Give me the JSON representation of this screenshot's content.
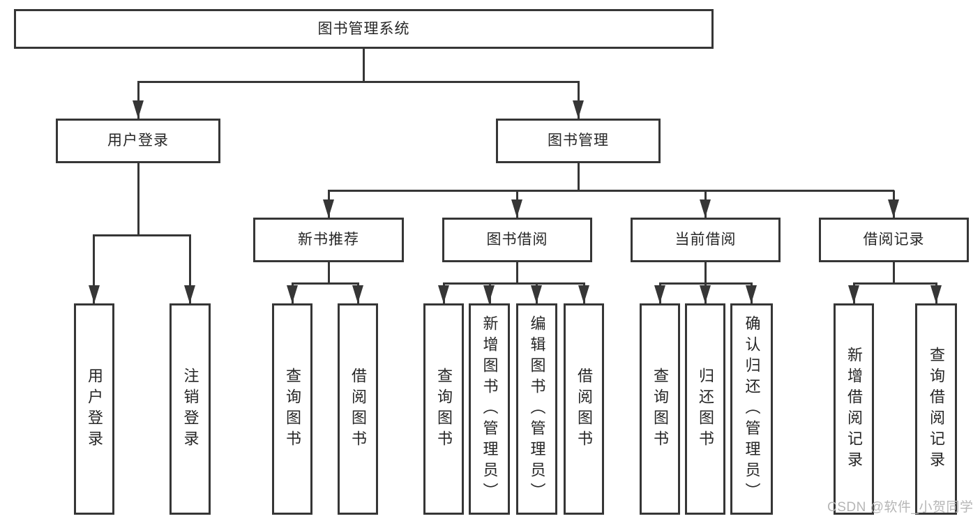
{
  "diagram_type": "hierarchy-tree",
  "tree": {
    "label": "图书管理系统",
    "children": [
      {
        "label": "用户登录",
        "children": [
          {
            "label": "用户登录"
          },
          {
            "label": "注销登录"
          }
        ]
      },
      {
        "label": "图书管理",
        "children": [
          {
            "label": "新书推荐",
            "children": [
              {
                "label": "查询图书"
              },
              {
                "label": "借阅图书"
              }
            ]
          },
          {
            "label": "图书借阅",
            "children": [
              {
                "label": "查询图书"
              },
              {
                "label": "新增图书（管理员）"
              },
              {
                "label": "编辑图书（管理员）"
              },
              {
                "label": "借阅图书"
              }
            ]
          },
          {
            "label": "当前借阅",
            "children": [
              {
                "label": "查询图书"
              },
              {
                "label": "归还图书"
              },
              {
                "label": "确认归还（管理员）"
              }
            ]
          },
          {
            "label": "借阅记录",
            "children": [
              {
                "label": "新增借阅记录"
              },
              {
                "label": "查询借阅记录"
              }
            ]
          }
        ]
      }
    ]
  },
  "watermark": "CSDN @软件_小贺同学",
  "colors": {
    "line": "#363636",
    "box_border": "#363636",
    "box_background": "#ffffff",
    "text": "#262626",
    "watermark": "#b6b6b6",
    "page_background": "#ffffff"
  }
}
